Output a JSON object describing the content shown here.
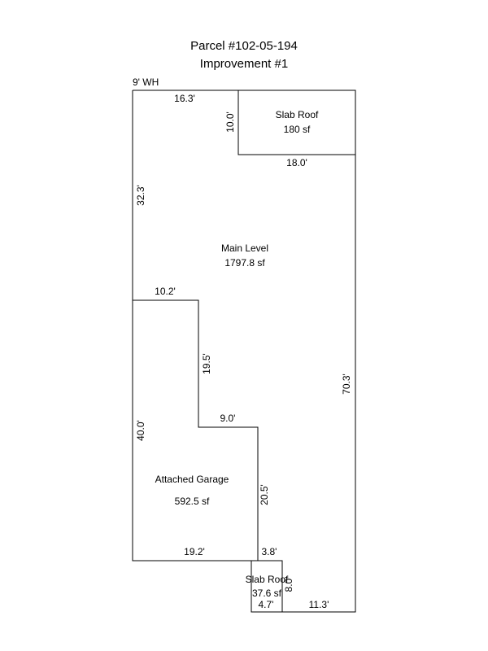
{
  "title": {
    "line1": "Parcel #102-05-194",
    "line2": "Improvement #1"
  },
  "corner_note": "9' WH",
  "areas": {
    "slab_roof_top": {
      "name": "Slab Roof",
      "area": "180 sf"
    },
    "main_level": {
      "name": "Main Level",
      "area": "1797.8 sf"
    },
    "garage": {
      "name": "Attached Garage",
      "area": "592.5 sf"
    },
    "slab_roof_bottom": {
      "name": "Slab Roof",
      "area": "37.6 sf"
    }
  },
  "dimensions": {
    "top_left": "16.3'",
    "slab_height": "10.0'",
    "slab_width": "18.0'",
    "left_upper": "32.3'",
    "notch_top": "10.2'",
    "notch_side": "19.5'",
    "step_top": "9.0'",
    "left_lower": "40.0'",
    "garage_side": "20.5'",
    "garage_bottom": "19.2'",
    "small_top": "3.8'",
    "small_side": "8.0'",
    "small_bottom": "4.7'",
    "bottom_right": "11.3'",
    "right_side": "70.3'"
  }
}
